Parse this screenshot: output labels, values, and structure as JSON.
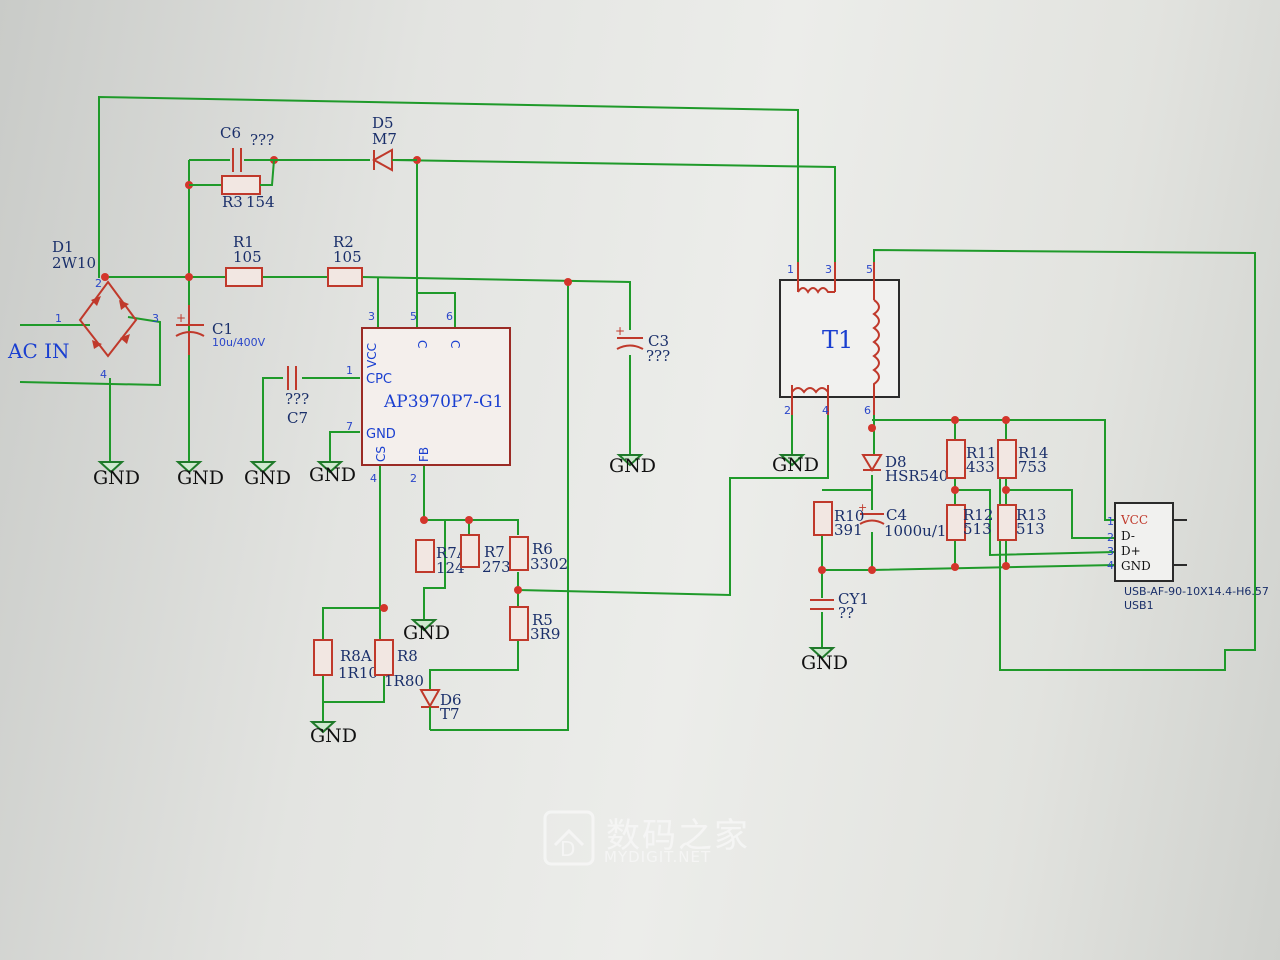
{
  "watermark": {
    "cn": "数码之家",
    "en": "MYDIGIT.NET"
  },
  "ac_in": "AC IN",
  "gnd": "GND",
  "ic": {
    "name": "AP3970P7-G1",
    "pins": {
      "vcc": "VCC",
      "cpc": "CPC",
      "gnd": "GND",
      "cs": "CS",
      "fb": "FB",
      "c5": "C",
      "c6": "C"
    }
  },
  "transformer": {
    "name": "T1"
  },
  "usb": {
    "name": "USB1",
    "part": "USB-AF-90-10X14.4-H6.57",
    "pins": [
      "VCC",
      "D-",
      "D+",
      "GND"
    ]
  },
  "components": {
    "D1": {
      "ref": "D1",
      "value": "2W10"
    },
    "C1": {
      "ref": "C1",
      "value": "10u/400V"
    },
    "C6": {
      "ref": "C6",
      "value": "???"
    },
    "R3": {
      "ref": "R3",
      "value": "154"
    },
    "D5": {
      "ref": "D5",
      "value": "M7"
    },
    "R1": {
      "ref": "R1",
      "value": "105"
    },
    "R2": {
      "ref": "R2",
      "value": "105"
    },
    "C3": {
      "ref": "C3",
      "value": "???"
    },
    "C7": {
      "ref": "C7",
      "value": "???"
    },
    "R7A": {
      "ref": "R7A",
      "value": "124"
    },
    "R7": {
      "ref": "R7",
      "value": "273"
    },
    "R6": {
      "ref": "R6",
      "value": "3302"
    },
    "R5": {
      "ref": "R5",
      "value": "3R9"
    },
    "R8A": {
      "ref": "R8A",
      "value": "1R10"
    },
    "R8": {
      "ref": "R8",
      "value": "1R80"
    },
    "D6": {
      "ref": "D6",
      "value": "T7"
    },
    "D8": {
      "ref": "D8",
      "value": "HSR540"
    },
    "R10": {
      "ref": "R10",
      "value": "391"
    },
    "C4": {
      "ref": "C4",
      "value": "1000u/10V"
    },
    "R11": {
      "ref": "R11",
      "value": "433"
    },
    "R12": {
      "ref": "R12",
      "value": "513"
    },
    "R14": {
      "ref": "R14",
      "value": "753"
    },
    "R13": {
      "ref": "R13",
      "value": "513"
    },
    "CY1": {
      "ref": "CY1",
      "value": "??"
    }
  },
  "pin_numbers": {
    "d1_1": "1",
    "d1_2": "2",
    "d1_3": "3",
    "d1_4": "4",
    "ic_1": "1",
    "ic_2": "2",
    "ic_3": "3",
    "ic_4": "4",
    "ic_5": "5",
    "ic_6": "6",
    "ic_7": "7",
    "t1_1": "1",
    "t1_2": "2",
    "t1_3": "3",
    "t1_4": "4",
    "t1_5": "5",
    "t1_6": "6",
    "usb_1": "1",
    "usb_2": "2",
    "usb_3": "3",
    "usb_4": "4"
  },
  "colors": {
    "wire": "#1f9a2a",
    "part": "#c0392b",
    "label": "#1a3fd0"
  }
}
